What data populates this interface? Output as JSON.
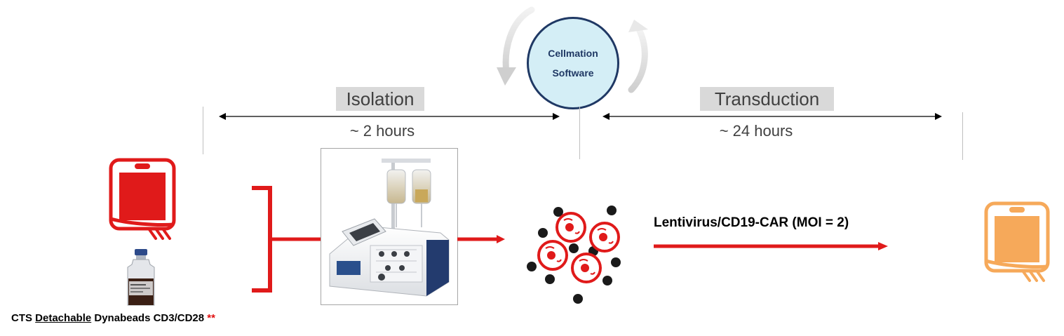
{
  "software": {
    "line1": "Cellmation",
    "line2": "Software"
  },
  "stages": [
    {
      "label": "Isolation",
      "duration": "~ 2 hours"
    },
    {
      "label": "Transduction",
      "duration": "~ 24 hours"
    }
  ],
  "reagent": {
    "prefix": "CTS ",
    "underlined": "Detachable",
    "suffix": " Dynabeads CD3/CD28 ",
    "mark": "**"
  },
  "transduction_label": "Lentivirus/CD19-CAR (MOI = 2)",
  "colors": {
    "red": "#e01a1a",
    "orange": "#f6a95a",
    "software_fill": "#d4eef6",
    "software_border": "#1f3864",
    "tag_bg": "#d9d9d9"
  },
  "icons": {
    "input_bag": "blood-bag-icon",
    "vial": "bead-vial-icon",
    "device": "processing-instrument-icon",
    "cells": "cell-cluster-icon",
    "output_bag": "product-bag-icon",
    "cycle": "cycle-arrows-icon"
  }
}
